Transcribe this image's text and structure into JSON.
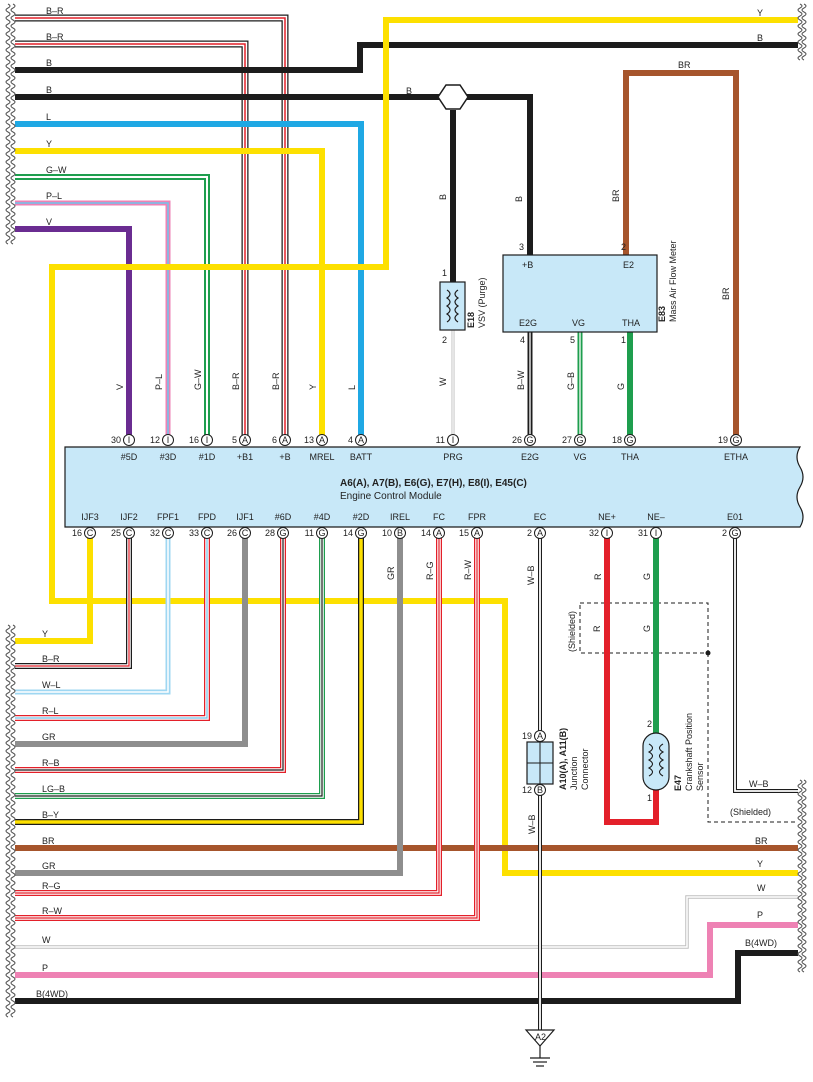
{
  "colors": {
    "Y": "#fde000",
    "B": "#1c1c1c",
    "BR": "#a6552c",
    "L": "#1fa8e4",
    "V": "#6a2c91",
    "GR": "#8e8e8e",
    "G": "#1e9e4e",
    "R": "#e3202a",
    "P": "#ee82b4",
    "W": "#d2d2d2",
    "ecm_fill": "#c8e8f8",
    "stripe_red": "#e3202a",
    "stripe_white": "#ffffff",
    "stripe_blue": "#6fc4ec",
    "stripe_lblue": "#9fd7f2",
    "stripe_green": "#1e9e4e",
    "stripe_yellow": "#fde000"
  },
  "ecm": {
    "title": "A6(A), A7(B), E6(G), E7(H), E8(I), E45(C)",
    "subtitle": "Engine Control Module",
    "top_pins": [
      {
        "num": "30",
        "conn": "I",
        "name": "#5D",
        "wire": "V"
      },
      {
        "num": "12",
        "conn": "I",
        "name": "#3D",
        "wire": "P–L"
      },
      {
        "num": "16",
        "conn": "I",
        "name": "#1D",
        "wire": "G–W"
      },
      {
        "num": "5",
        "conn": "A",
        "name": "+B1",
        "wire": "B–R"
      },
      {
        "num": "6",
        "conn": "A",
        "name": "+B",
        "wire": "B–R"
      },
      {
        "num": "13",
        "conn": "A",
        "name": "MREL",
        "wire": "Y"
      },
      {
        "num": "4",
        "conn": "A",
        "name": "BATT",
        "wire": "L"
      },
      {
        "num": "11",
        "conn": "I",
        "name": "PRG",
        "wire": "W"
      },
      {
        "num": "26",
        "conn": "G",
        "name": "E2G",
        "wire": "B–W"
      },
      {
        "num": "27",
        "conn": "G",
        "name": "VG",
        "wire": "G–B"
      },
      {
        "num": "18",
        "conn": "G",
        "name": "THA",
        "wire": "G"
      },
      {
        "num": "19",
        "conn": "G",
        "name": "ETHA",
        "wire": "BR"
      }
    ],
    "bottom_pins": [
      {
        "num": "16",
        "conn": "C",
        "name": "IJF3"
      },
      {
        "num": "25",
        "conn": "C",
        "name": "IJF2"
      },
      {
        "num": "32",
        "conn": "C",
        "name": "FPF1"
      },
      {
        "num": "33",
        "conn": "C",
        "name": "FPD"
      },
      {
        "num": "26",
        "conn": "C",
        "name": "IJF1"
      },
      {
        "num": "28",
        "conn": "G",
        "name": "#6D"
      },
      {
        "num": "11",
        "conn": "G",
        "name": "#4D"
      },
      {
        "num": "14",
        "conn": "G",
        "name": "#2D"
      },
      {
        "num": "10",
        "conn": "B",
        "name": "IREL",
        "wire": "GR"
      },
      {
        "num": "14",
        "conn": "A",
        "name": "FC",
        "wire": "R–G"
      },
      {
        "num": "15",
        "conn": "A",
        "name": "FPR",
        "wire": "R–W"
      },
      {
        "num": "2",
        "conn": "A",
        "name": "EC",
        "wire": "W–B"
      },
      {
        "num": "32",
        "conn": "I",
        "name": "NE+",
        "wire": "R"
      },
      {
        "num": "31",
        "conn": "I",
        "name": "NE–",
        "wire": "G"
      },
      {
        "num": "2",
        "conn": "G",
        "name": "E01"
      }
    ]
  },
  "left_top_wires": [
    "B–R",
    "B–R",
    "B",
    "B",
    "L",
    "Y",
    "G–W",
    "P–L",
    "V"
  ],
  "left_bottom_wires": [
    "Y",
    "B–R",
    "W–L",
    "R–L",
    "GR",
    "R–B",
    "LG–B",
    "B–Y",
    "BR",
    "GR",
    "R–G",
    "R–W",
    "W",
    "P",
    "B(4WD)"
  ],
  "right_top_wires": [
    "Y",
    "B",
    "BR"
  ],
  "right_bottom_wires": [
    "W–B",
    "(Shielded)",
    "BR",
    "Y",
    "W",
    "P",
    "B(4WD)"
  ],
  "vsv": {
    "id": "E18",
    "name": "VSV (Purge)",
    "pin_top": "1",
    "pin_bottom": "2",
    "wire_top": "B",
    "wire_bottom": "W"
  },
  "maf": {
    "id": "E83",
    "name": "Mass Air Flow Meter",
    "pins": {
      "plus_b": "+B",
      "e2": "E2",
      "e2g": "E2G",
      "vg": "VG",
      "tha": "THA"
    },
    "pin_nums": {
      "plus_b": "3",
      "e2": "2",
      "e2g": "4",
      "vg": "5",
      "tha": "1"
    },
    "wire_plus_b": "B",
    "wire_e2": "BR",
    "wire_etha": "BR"
  },
  "junction": {
    "id": "A10(A), A11(B)",
    "name1": "Junction",
    "name2": "Connector",
    "pin_top_num": "19",
    "pin_top_conn": "A",
    "pin_bottom_num": "12",
    "pin_bottom_conn": "B",
    "wire": "W–B"
  },
  "crank": {
    "id": "E47",
    "name1": "Crankshaft Position",
    "name2": "Sensor",
    "pin_top": "2",
    "pin_bottom": "1"
  },
  "shield_label": "(Shielded)",
  "ground": {
    "id": "A2"
  }
}
